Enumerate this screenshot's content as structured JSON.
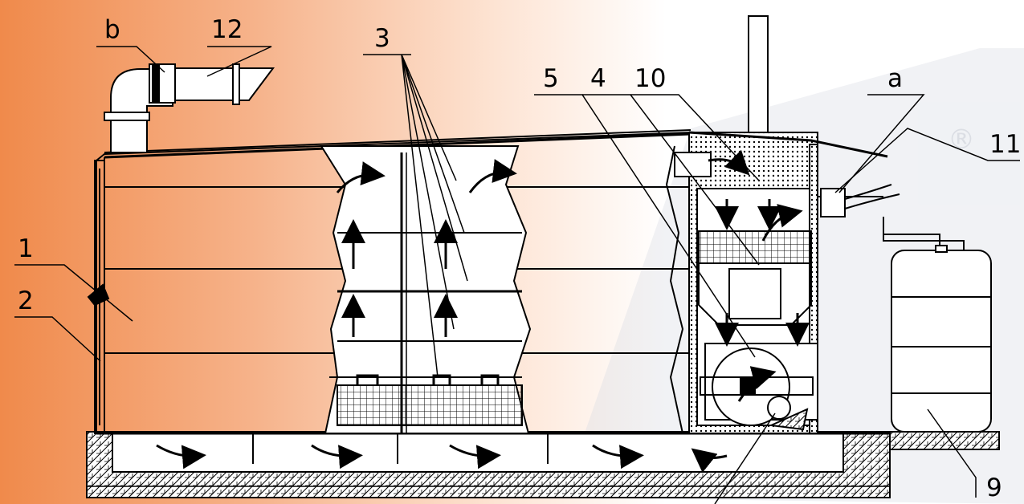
{
  "diagram": {
    "callouts": {
      "b": "b",
      "12": "12",
      "3": "3",
      "5": "5",
      "4": "4",
      "10": "10",
      "a": "a",
      "11": "11",
      "1": "1",
      "2": "2",
      "9": "9"
    },
    "watermark": "®",
    "colors": {
      "background_left": "#f08a4b",
      "background_mid": "#fbd6bd",
      "background_right": "#ffffff",
      "line": "#000000",
      "watermark": "#d7dbe3"
    }
  }
}
